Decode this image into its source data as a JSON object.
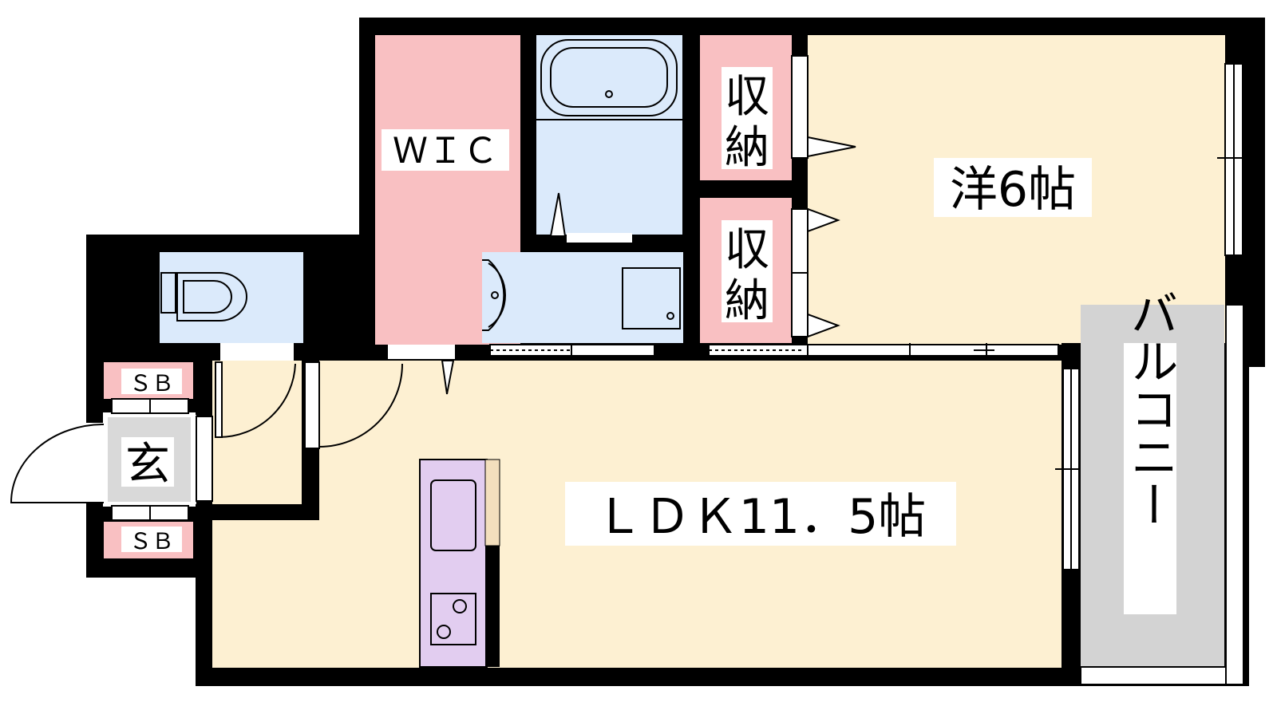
{
  "floorplan": {
    "rooms": {
      "wic": {
        "label": "ＷＩＣ"
      },
      "storage_upper": {
        "label_top": "収",
        "label_bottom": "納"
      },
      "storage_lower": {
        "label_top": "収",
        "label_bottom": "納"
      },
      "western_room": {
        "label": "洋6帖"
      },
      "balcony": {
        "label": "バルコニー"
      },
      "ldk": {
        "label": "ＬＤＫ11．5帖"
      },
      "entrance": {
        "label": "玄"
      },
      "shoebox_upper": {
        "label": "ＳＢ"
      },
      "shoebox_lower": {
        "label": "ＳＢ"
      }
    },
    "colors": {
      "wall": "#000000",
      "floor": "#fdf0d2",
      "wet_area": "#dbeafb",
      "storage": "#f9c0c2",
      "kitchen": "#e2cdf0",
      "entrance": "#d9d9d9",
      "balcony": "#d3d3d3"
    }
  }
}
